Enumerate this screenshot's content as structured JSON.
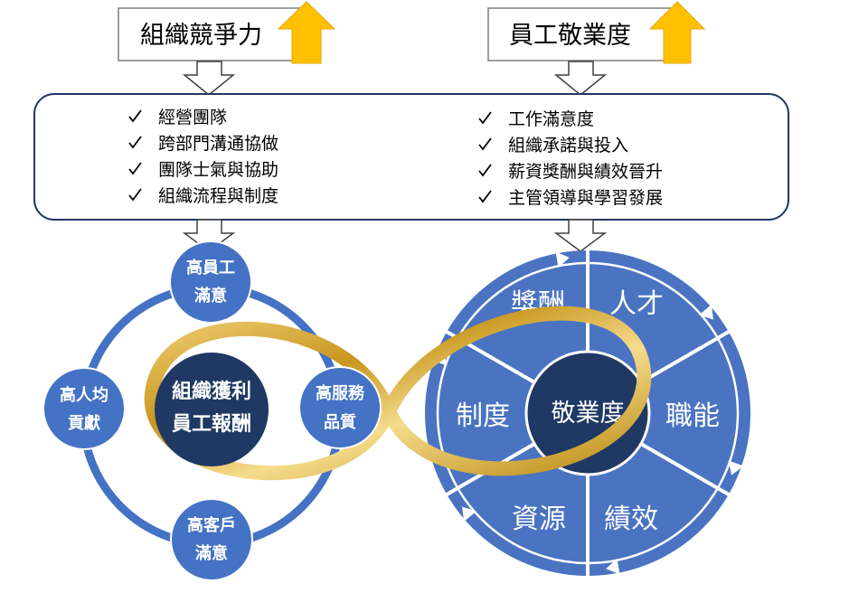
{
  "header": {
    "left_title": "組織競爭力",
    "right_title": "員工敬業度"
  },
  "checklist": {
    "left": [
      "經營團隊",
      "跨部門溝通協做",
      "團隊士氣與協助",
      "組織流程與制度"
    ],
    "right": [
      "工作滿意度",
      "組織承諾與投入",
      "薪資獎酬與績效晉升",
      "主管領導與學習發展"
    ]
  },
  "cycle": {
    "center_lines": [
      "組織獲利",
      "員工報酬"
    ],
    "nodes": {
      "top": [
        "高員工",
        "滿意"
      ],
      "right": [
        "高服務",
        "品質"
      ],
      "bottom": [
        "高客戶",
        "滿意"
      ],
      "left": [
        "高人均",
        "貢獻"
      ]
    }
  },
  "wheel": {
    "hub": "敬業度",
    "segments": [
      "獎酬",
      "人才",
      "職能",
      "績效",
      "資源",
      "制度"
    ]
  },
  "colors": {
    "navy": "#1f3864",
    "blue": "#4472c4",
    "wheel_blue": "#4a73c2",
    "gold": "#d4a017",
    "arrow_yellow": "#ffc000"
  }
}
